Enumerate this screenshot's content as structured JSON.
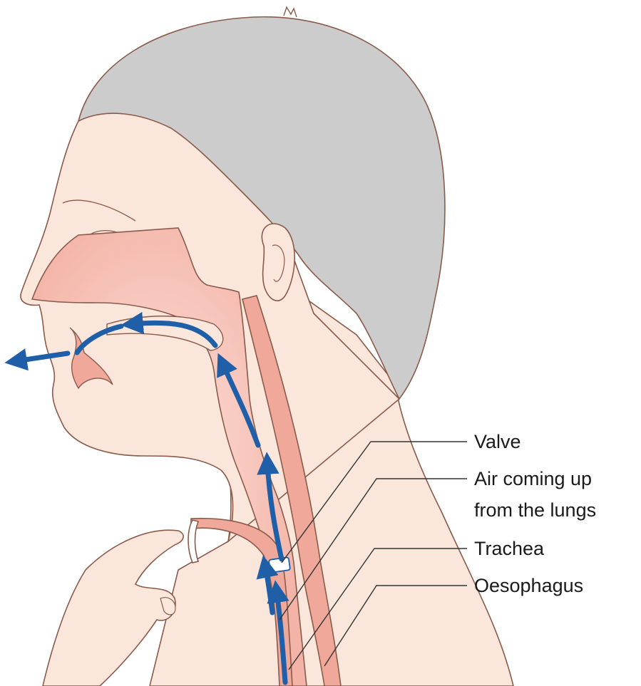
{
  "labels": {
    "valve": "Valve",
    "air_line1": "Air coming up",
    "air_line2": "from the lungs",
    "trachea": "Trachea",
    "oesophagus": "Oesophagus"
  },
  "colors": {
    "hair": "#cccccc",
    "skin": "#fbe6dc",
    "skin_outline": "#8a5a4a",
    "tract": "#efa89a",
    "nasal": "#f6c8bf",
    "arrow": "#1f5fa8",
    "leader": "#333333"
  }
}
